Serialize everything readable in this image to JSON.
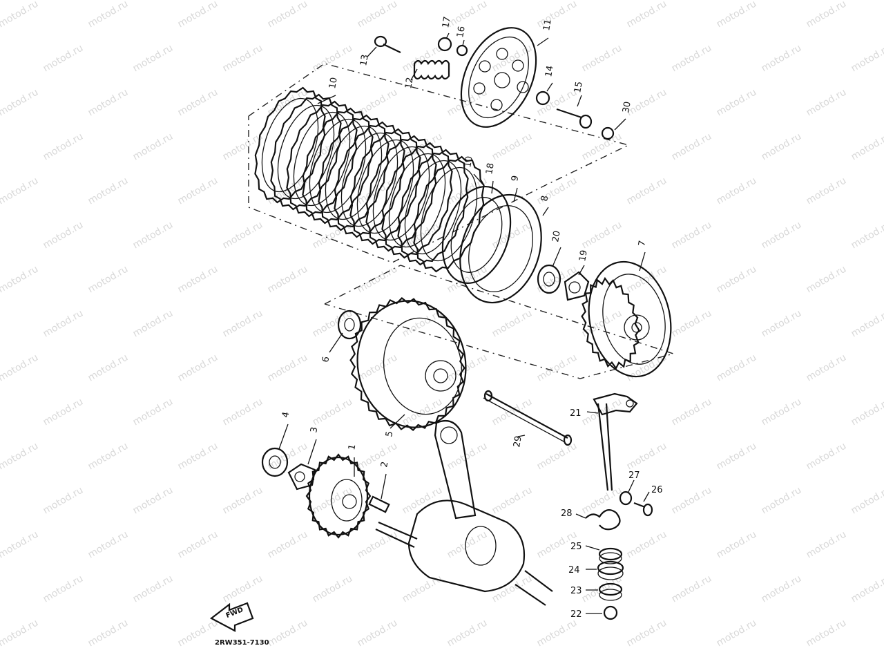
{
  "watermark": "motod.ru",
  "diagram_code": "2RW351-7130",
  "fwd_label": "FWD",
  "callouts": [
    "1",
    "2",
    "3",
    "4",
    "5",
    "6",
    "7",
    "8",
    "9",
    "10",
    "10",
    "11",
    "12",
    "13",
    "14",
    "15",
    "16",
    "17",
    "18",
    "19",
    "20",
    "21",
    "22",
    "23",
    "24",
    "25",
    "26",
    "27",
    "28",
    "29",
    "30"
  ]
}
